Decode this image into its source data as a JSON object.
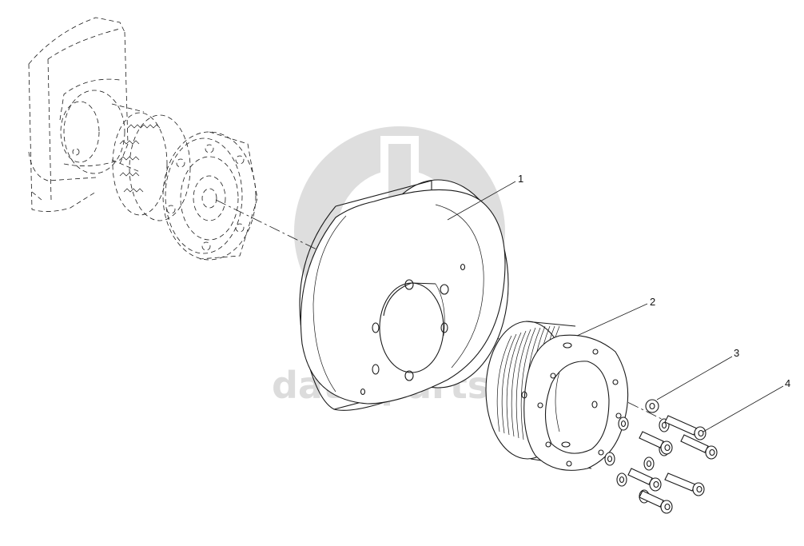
{
  "watermark": {
    "text": "data-parts",
    "color": "#dcdcdc"
  },
  "callouts": [
    {
      "label": "1",
      "part": "flywheel"
    },
    {
      "label": "2",
      "part": "pulley"
    },
    {
      "label": "3",
      "part": "washer"
    },
    {
      "label": "4",
      "part": "cap-screw"
    }
  ],
  "colors": {
    "line": "#1a1a1a",
    "background": "#ffffff"
  }
}
